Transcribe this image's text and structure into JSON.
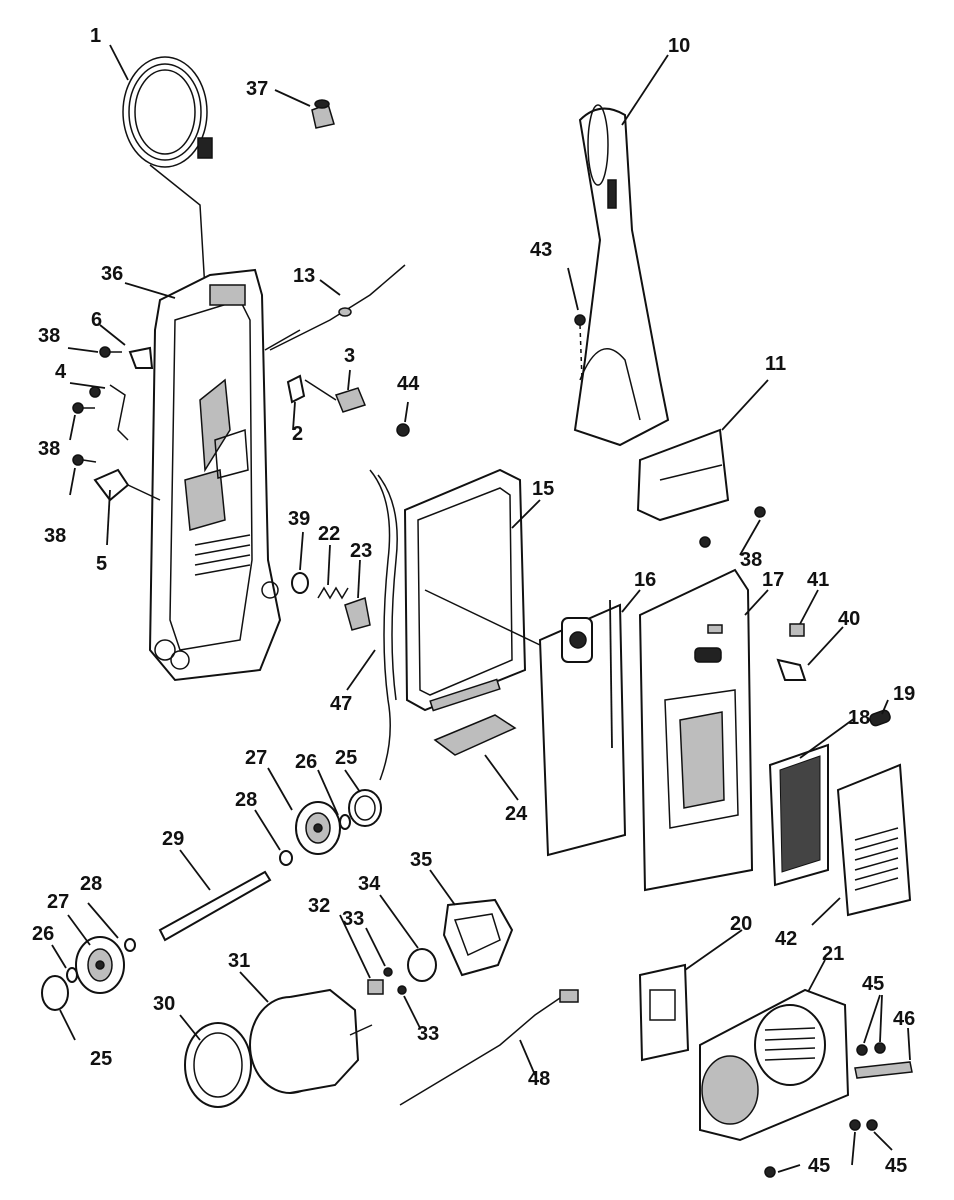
{
  "callouts": [
    {
      "id": "1",
      "text": "1"
    },
    {
      "id": "2",
      "text": "2"
    },
    {
      "id": "3",
      "text": "3"
    },
    {
      "id": "4",
      "text": "4"
    },
    {
      "id": "5",
      "text": "5"
    },
    {
      "id": "6",
      "text": "6"
    },
    {
      "id": "10",
      "text": "10"
    },
    {
      "id": "11",
      "text": "11"
    },
    {
      "id": "13",
      "text": "13"
    },
    {
      "id": "15",
      "text": "15"
    },
    {
      "id": "16",
      "text": "16"
    },
    {
      "id": "17",
      "text": "17"
    },
    {
      "id": "18",
      "text": "18"
    },
    {
      "id": "19",
      "text": "19"
    },
    {
      "id": "20",
      "text": "20"
    },
    {
      "id": "21",
      "text": "21"
    },
    {
      "id": "22",
      "text": "22"
    },
    {
      "id": "23",
      "text": "23"
    },
    {
      "id": "24",
      "text": "24"
    },
    {
      "id": "25a",
      "text": "25"
    },
    {
      "id": "25b",
      "text": "25"
    },
    {
      "id": "26a",
      "text": "26"
    },
    {
      "id": "26b",
      "text": "26"
    },
    {
      "id": "27a",
      "text": "27"
    },
    {
      "id": "27b",
      "text": "27"
    },
    {
      "id": "28a",
      "text": "28"
    },
    {
      "id": "28b",
      "text": "28"
    },
    {
      "id": "29",
      "text": "29"
    },
    {
      "id": "30",
      "text": "30"
    },
    {
      "id": "31",
      "text": "31"
    },
    {
      "id": "32",
      "text": "32"
    },
    {
      "id": "33a",
      "text": "33"
    },
    {
      "id": "33b",
      "text": "33"
    },
    {
      "id": "34",
      "text": "34"
    },
    {
      "id": "35",
      "text": "35"
    },
    {
      "id": "36",
      "text": "36"
    },
    {
      "id": "37",
      "text": "37"
    },
    {
      "id": "38a",
      "text": "38"
    },
    {
      "id": "38b",
      "text": "38"
    },
    {
      "id": "38c",
      "text": "38"
    },
    {
      "id": "38d",
      "text": "38"
    },
    {
      "id": "39",
      "text": "39"
    },
    {
      "id": "40",
      "text": "40"
    },
    {
      "id": "41",
      "text": "41"
    },
    {
      "id": "42",
      "text": "42"
    },
    {
      "id": "43",
      "text": "43"
    },
    {
      "id": "44",
      "text": "44"
    },
    {
      "id": "45a",
      "text": "45"
    },
    {
      "id": "45b",
      "text": "45"
    },
    {
      "id": "45c",
      "text": "45"
    },
    {
      "id": "46",
      "text": "46"
    },
    {
      "id": "47",
      "text": "47"
    },
    {
      "id": "48",
      "text": "48"
    }
  ]
}
